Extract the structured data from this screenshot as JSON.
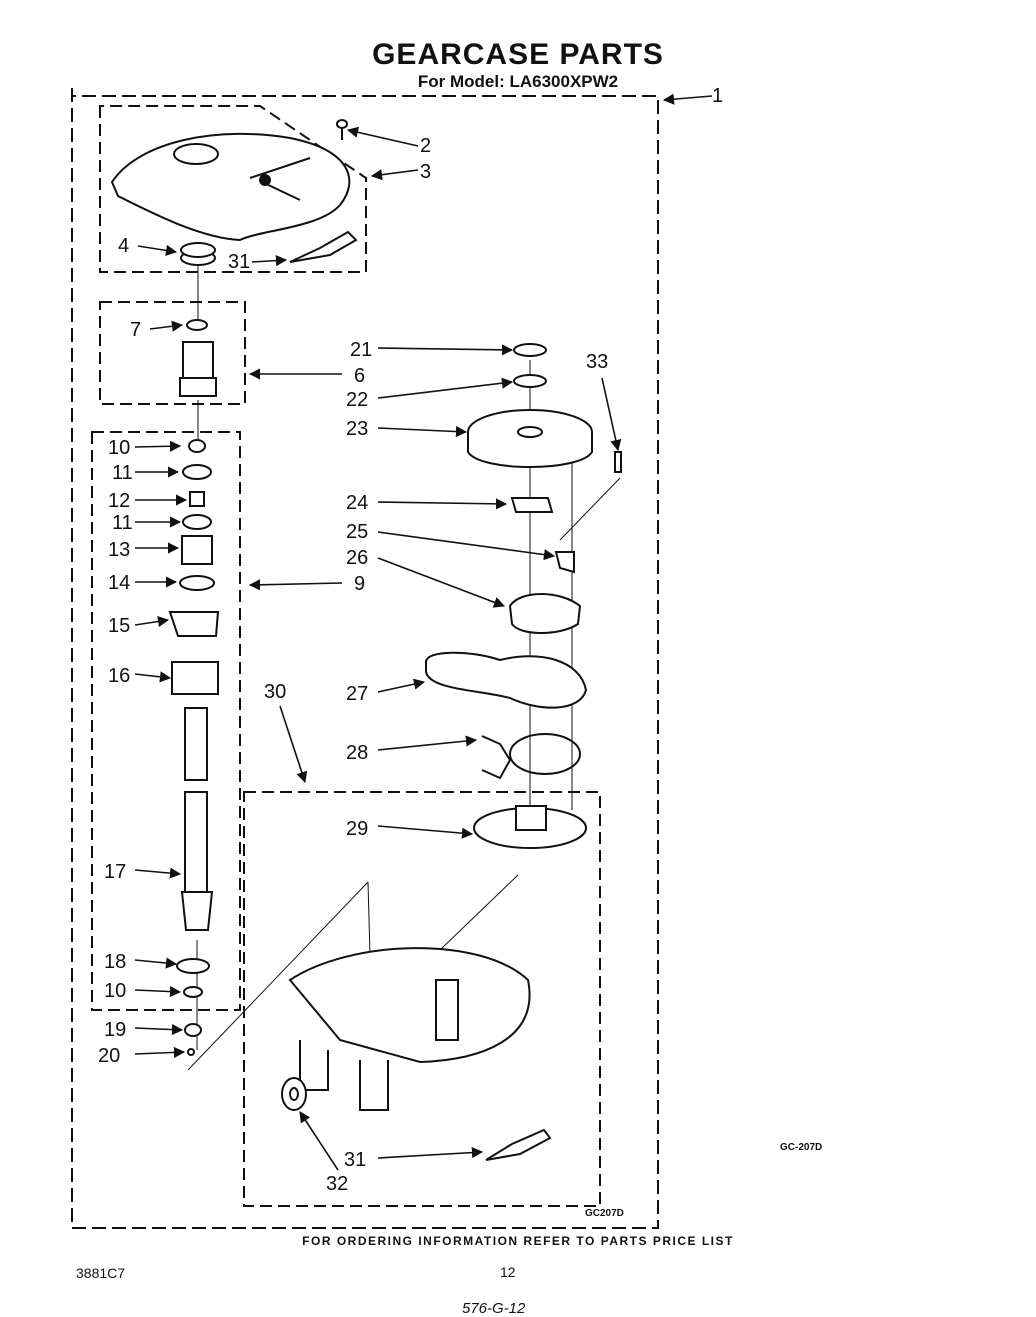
{
  "header": {
    "title": "GEARCASE PARTS",
    "subtitle": "For Model: LA6300XPW2"
  },
  "footer": {
    "ordering_note": "FOR ORDERING INFORMATION REFER TO PARTS PRICE LIST",
    "doc_code": "3881C7",
    "page_number": "12",
    "handwritten_note": "576-G-12"
  },
  "diagram_codes": {
    "right": "GC-207D",
    "inner": "GC207D"
  },
  "callouts": [
    "1",
    "2",
    "3",
    "4",
    "31",
    "7",
    "6",
    "10",
    "11",
    "12",
    "11",
    "13",
    "14",
    "9",
    "15",
    "16",
    "17",
    "18",
    "10",
    "19",
    "20",
    "21",
    "22",
    "23",
    "33",
    "24",
    "25",
    "26",
    "27",
    "28",
    "30",
    "29",
    "31",
    "32"
  ]
}
